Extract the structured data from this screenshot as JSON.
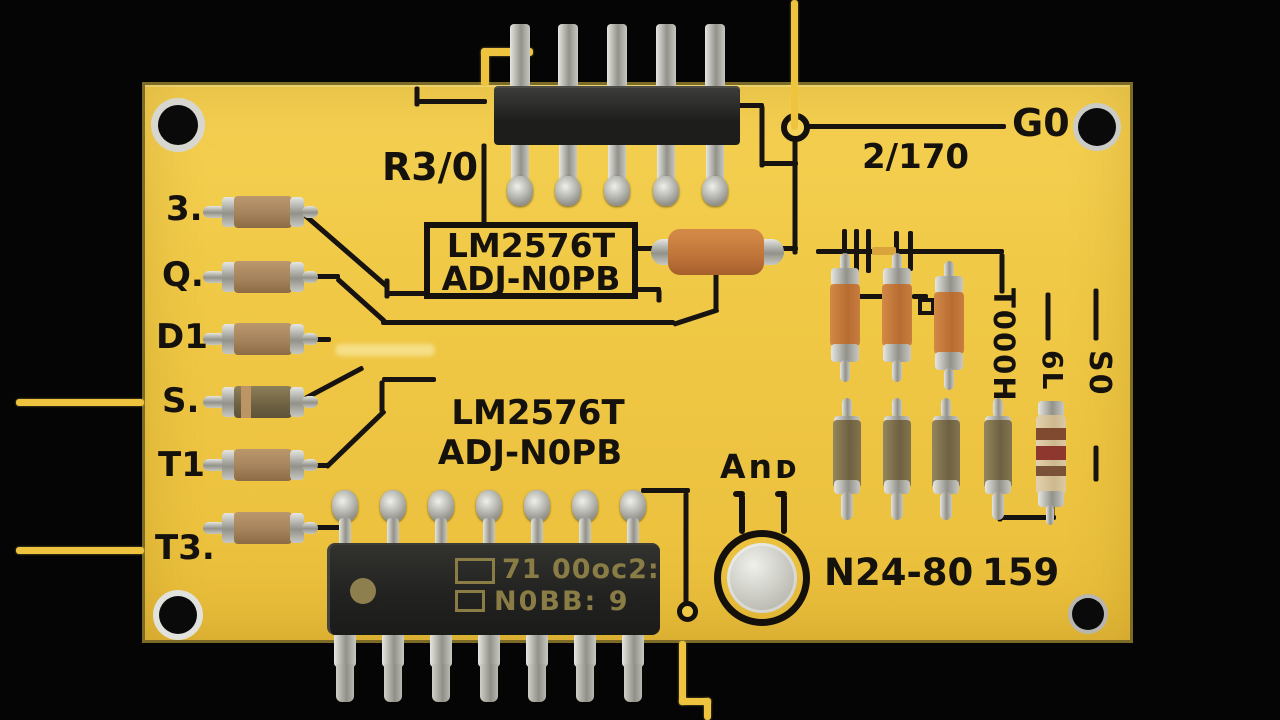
{
  "colors": {
    "background": "#050505",
    "board_yellow": "#f0c946",
    "board_edge": "#7c6b26",
    "trace_black": "#171310",
    "silkscreen_text": "#15120e",
    "jumper_wire_yellow": "#eec33e",
    "component_orange": "#c1763a",
    "resistor_tan": "#a5835c",
    "resistor_olive": "#6e6142",
    "band_red": "#8d372e",
    "ic_black": "#262624",
    "silver": "#c8c8c2",
    "chip_marking": "#8a7c45"
  },
  "silkscreen": {
    "left_labels": [
      "3.",
      "Q.",
      "D1",
      "S.",
      "T1",
      "T3."
    ],
    "r_label": "R3/0",
    "top_net": "2/170",
    "corner_net": "G0",
    "and_label": "Anᴅ",
    "part_no": "N24-80",
    "part_no_2": "159",
    "vertical_label_1": "T000H",
    "vertical_label_2": "6L",
    "vertical_label_3": "S0"
  },
  "ics": {
    "regulator_box": {
      "line1": "LM2576T",
      "line2": "ADJ-N0PB"
    },
    "regulator_text": {
      "line1": "LM2576T",
      "line2": "ADJ-N0PB"
    },
    "dip_marking": {
      "line1": "71 00oc2:",
      "line2": "N0BB: 9"
    }
  }
}
